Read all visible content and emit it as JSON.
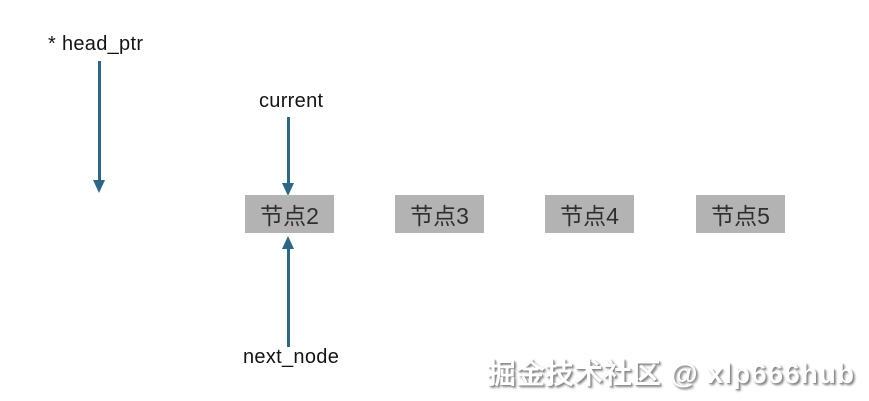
{
  "diagram": {
    "labels": {
      "head_ptr": "* head_ptr",
      "current": "current",
      "next_node": "next_node"
    },
    "nodes": [
      {
        "label": "节点2"
      },
      {
        "label": "节点3"
      },
      {
        "label": "节点4"
      },
      {
        "label": "节点5"
      }
    ],
    "watermark": "掘金技术社区 @ xlp666hub",
    "colors": {
      "arrow": "#2b6886",
      "node_bg": "#b3b3b3",
      "node_text": "#2f2f2f",
      "label_text": "#141414",
      "watermark_text": "#ffffff",
      "watermark_shadow": "#8a8a8a"
    }
  }
}
